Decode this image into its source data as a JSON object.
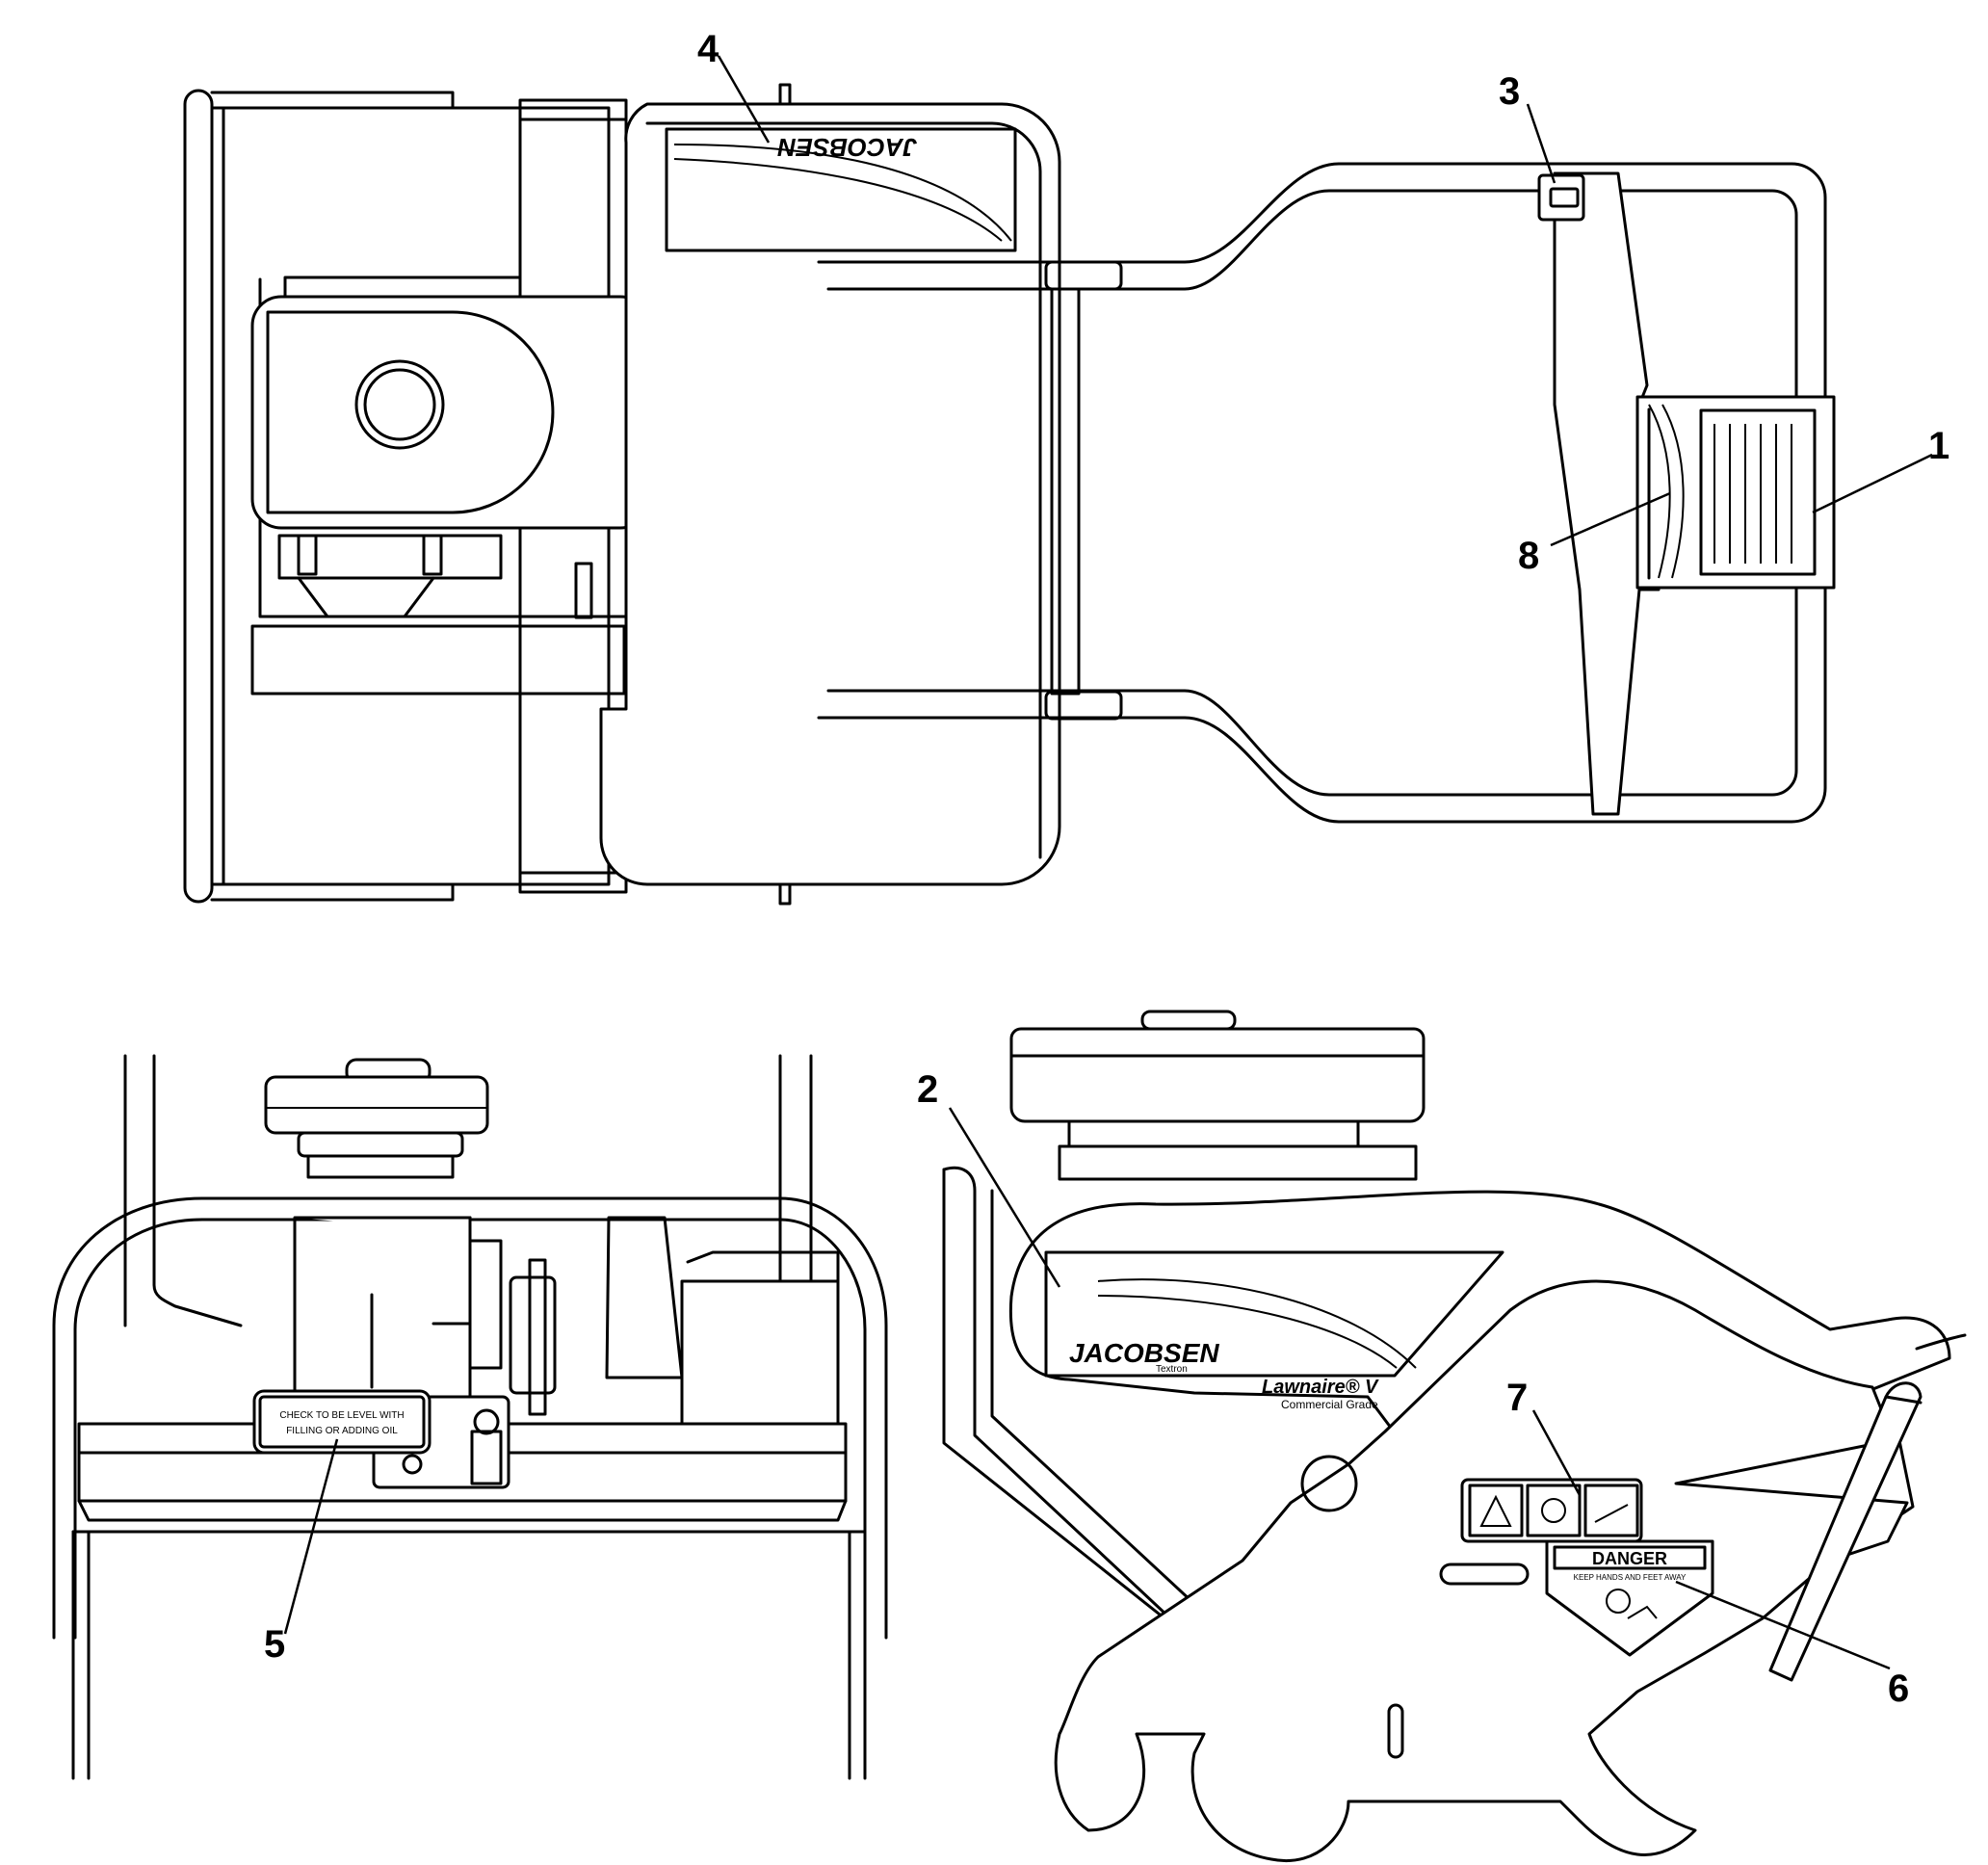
{
  "callouts": {
    "c1": "1",
    "c2": "2",
    "c3": "3",
    "c4": "4",
    "c5": "5",
    "c6": "6",
    "c7": "7",
    "c8": "8"
  },
  "decals": {
    "brand_name": "JACOBSEN",
    "brand_sub": "Textron",
    "model_name": "Lawnaire® V",
    "model_sub": "Commercial Grade",
    "oil_label_line1": "CHECK TO BE LEVEL WITH",
    "oil_label_line2": "FILLING OR ADDING OIL",
    "danger_title": "DANGER",
    "danger_sub": "KEEP HANDS AND FEET AWAY"
  }
}
